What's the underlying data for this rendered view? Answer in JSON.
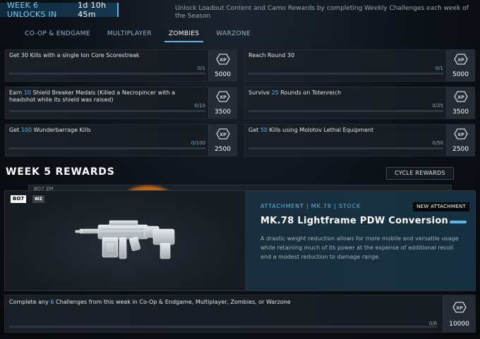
{
  "header": {
    "unlock_label": "WEEK 6 UNLOCKS IN",
    "unlock_time": "1d 10h 45m",
    "description": "Unlock Loadout Content and Camo Rewards by completing Weekly Challenges each week of the Season"
  },
  "tabs": [
    {
      "label": "CO-OP & ENDGAME",
      "active": false
    },
    {
      "label": "MULTIPLAYER",
      "active": false
    },
    {
      "label": "ZOMBIES",
      "active": true
    },
    {
      "label": "WARZONE",
      "active": false
    }
  ],
  "challenges": [
    {
      "pre": "Get 30 Kills with a single Ion Core Scorestreak",
      "num": "",
      "post": "",
      "current": "0",
      "total": "/1",
      "xp": "5000"
    },
    {
      "pre": "Reach Round 30",
      "num": "",
      "post": "",
      "current": "0",
      "total": "/1",
      "xp": "5000"
    },
    {
      "pre": "Earn ",
      "num": "10",
      "post": " Shield Breaker Medals (Killed a Necropincer with a headshot while its shield was raised)",
      "current": "0",
      "total": "/10",
      "xp": "3500"
    },
    {
      "pre": "Survive ",
      "num": "25",
      "post": " Rounds on Totenreich",
      "current": "0",
      "total": "/25",
      "xp": "3500"
    },
    {
      "pre": "Get ",
      "num": "100",
      "post": " Wunderbarrage Kills",
      "current": "0",
      "total": "/100",
      "xp": "2500"
    },
    {
      "pre": "Get ",
      "num": "50",
      "post": " Kills using Molotov Lethal Equipment",
      "current": "0",
      "total": "/50",
      "xp": "2500"
    }
  ],
  "xp_label": "XP",
  "week5": {
    "title": "WEEK 5 REWARDS",
    "cycle_button": "CYCLE REWARDS",
    "behind_logo": "BO7 ZM"
  },
  "reward": {
    "badge_bo7": "BO7",
    "badge_wz": "WZ",
    "meta": "ATTACHMENT  |  MK.78  |  STOCK",
    "tag": "NEW ATTACHMENT",
    "title": "MK.78 Lightframe PDW Conversion",
    "description": "A drastic weight reduction allows for more mobile and versatile usage while retaining much of its power at the expense of additional recoil and a modest reduction to damage range."
  },
  "bottom_challenge": {
    "pre": "Complete any ",
    "num": "6",
    "post": " Challenges from this week in Co-Op & Endgame, Multiplayer, Zombies, or Warzone",
    "current": "0",
    "total": "/6",
    "xp": "10000"
  },
  "colors": {
    "accent": "#5ab8e6",
    "background": "#0b0f14"
  }
}
